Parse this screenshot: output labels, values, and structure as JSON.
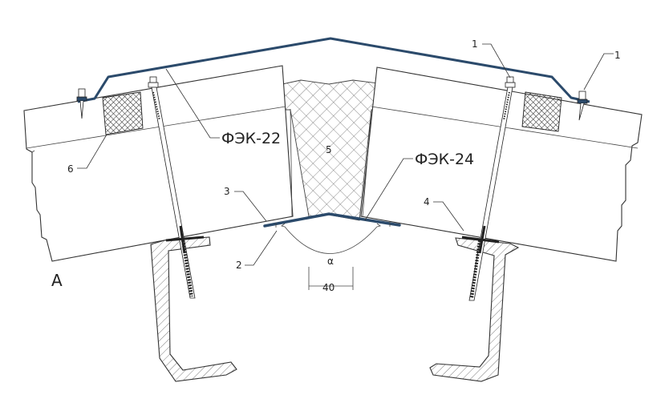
{
  "labels": {
    "fek22": "ФЭК-22",
    "fek24": "ФЭК-24",
    "n1_left": "1",
    "n1_right": "1",
    "n2": "2",
    "n3": "3",
    "n4": "4",
    "n5": "5",
    "n6": "6",
    "alpha": "α",
    "dim": "40",
    "view": "А"
  },
  "colors": {
    "flashing": "#2b4a6b",
    "line": "#333333"
  }
}
